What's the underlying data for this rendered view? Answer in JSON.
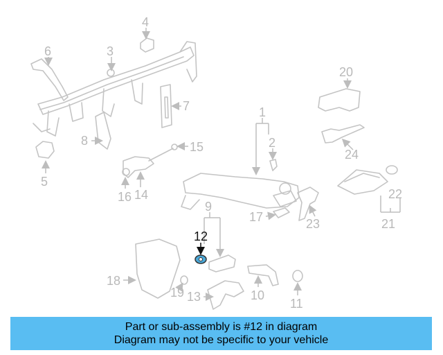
{
  "callouts": {
    "n1": "1",
    "n2": "2",
    "n3": "3",
    "n4": "4",
    "n5": "5",
    "n6": "6",
    "n7": "7",
    "n8": "8",
    "n9": "9",
    "n10": "10",
    "n11": "11",
    "n12": "12",
    "n13": "13",
    "n14": "14",
    "n15": "15",
    "n16": "16",
    "n17": "17",
    "n18": "18",
    "n19": "19",
    "n20": "20",
    "n21": "21",
    "n22": "22",
    "n23": "23",
    "n24": "24"
  },
  "highlighted_part": "12",
  "banner": {
    "line1": "Part or sub-assembly is #12 in diagram",
    "line2": "Diagram may not be specific to your vehicle"
  },
  "colors": {
    "banner": "#59bdf2",
    "parts": "#c4c4c4",
    "highlight": "#111111",
    "part12_fill": "#4aa8d8"
  }
}
